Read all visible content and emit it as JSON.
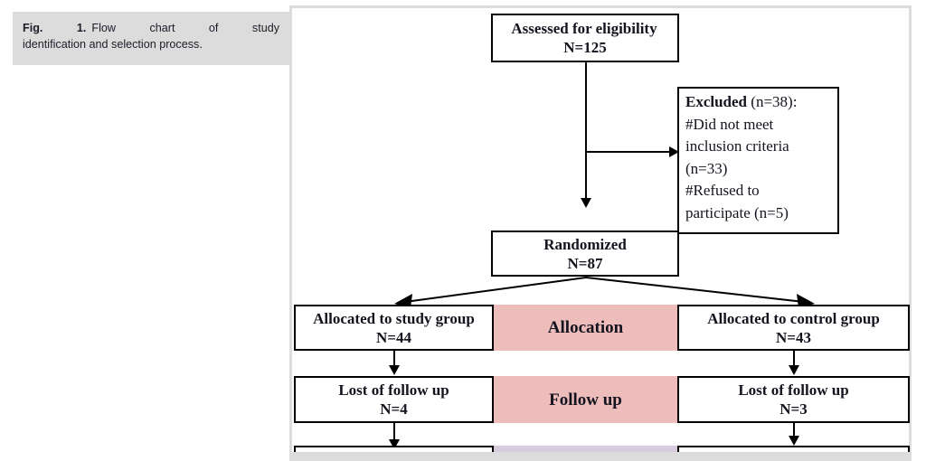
{
  "caption": {
    "prefix": "Fig. 1.",
    "line1_rest": "Flow chart of study",
    "line2": "identification and selection process."
  },
  "colors": {
    "stage_pink": "#edbdbc",
    "stage_lavender": "#d8cbdd",
    "panel_gray": "#dcdcdc",
    "text": "#14141f",
    "stroke": "#000000"
  },
  "flowchart": {
    "type": "flow-diagram",
    "title": "Flow chart of study identification and selection process",
    "nodes": {
      "assessed": {
        "line1": "Assessed for eligibility",
        "line2": "N=125"
      },
      "excluded": {
        "label": "Excluded",
        "count": "(n=38):",
        "line2": "#Did not meet",
        "line3": "inclusion criteria",
        "line4": "(n=33)",
        "line5": "#Refused to",
        "line6": "participate (n=5)"
      },
      "randomized": {
        "line1": "Randomized",
        "line2": "N=87"
      },
      "alloc_study": {
        "line1": "Allocated to study group",
        "line2": "N=44"
      },
      "alloc_stage": {
        "line1": "Allocation"
      },
      "alloc_control": {
        "line1": "Allocated to control group",
        "line2": "N=43"
      },
      "follow_study": {
        "line1": "Lost of follow up",
        "line2": "N=4"
      },
      "follow_stage": {
        "line1": "Follow up"
      },
      "follow_control": {
        "line1": "Lost of follow up",
        "line2": "N=3"
      },
      "analysis_left": {
        "line1": ""
      },
      "analysis_stage": {
        "line1": ""
      },
      "analysis_right": {
        "line1": ""
      }
    },
    "edges": [
      {
        "from": "assessed",
        "to": "randomized",
        "kind": "vertical-arrow"
      },
      {
        "from": "assessed",
        "to": "excluded",
        "kind": "horizontal-arrow"
      },
      {
        "from": "randomized",
        "to": "alloc_study",
        "kind": "diagonal-arrow-left"
      },
      {
        "from": "randomized",
        "to": "alloc_control",
        "kind": "diagonal-arrow-right"
      },
      {
        "from": "alloc_study",
        "to": "follow_study",
        "kind": "vertical-arrow"
      },
      {
        "from": "alloc_control",
        "to": "follow_control",
        "kind": "vertical-arrow"
      },
      {
        "from": "follow_study",
        "to": "analysis_left",
        "kind": "vertical-arrow"
      },
      {
        "from": "follow_control",
        "to": "analysis_right",
        "kind": "vertical-arrow"
      }
    ]
  }
}
